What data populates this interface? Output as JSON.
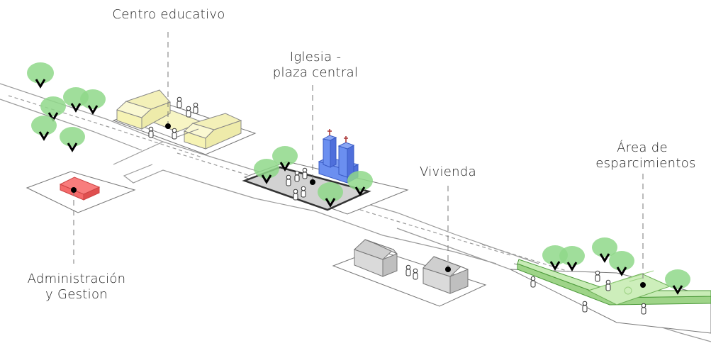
{
  "labels": {
    "centro": "Centro educativo",
    "iglesia_1": "Iglesia -",
    "iglesia_2": "plaza central",
    "vivienda": "Vivienda",
    "area_1": "Área de",
    "area_2": "esparcimientos",
    "admin_1": "Administración",
    "admin_2": "y Gestion"
  },
  "colors": {
    "tree": "#8fd88a",
    "education": "#f6f3b4",
    "church": "#5b7fe8",
    "admin": "#f26b6b",
    "housing": "#d9d9d9",
    "plaza": "#d4d4d4",
    "field": "#c7ecb4"
  }
}
